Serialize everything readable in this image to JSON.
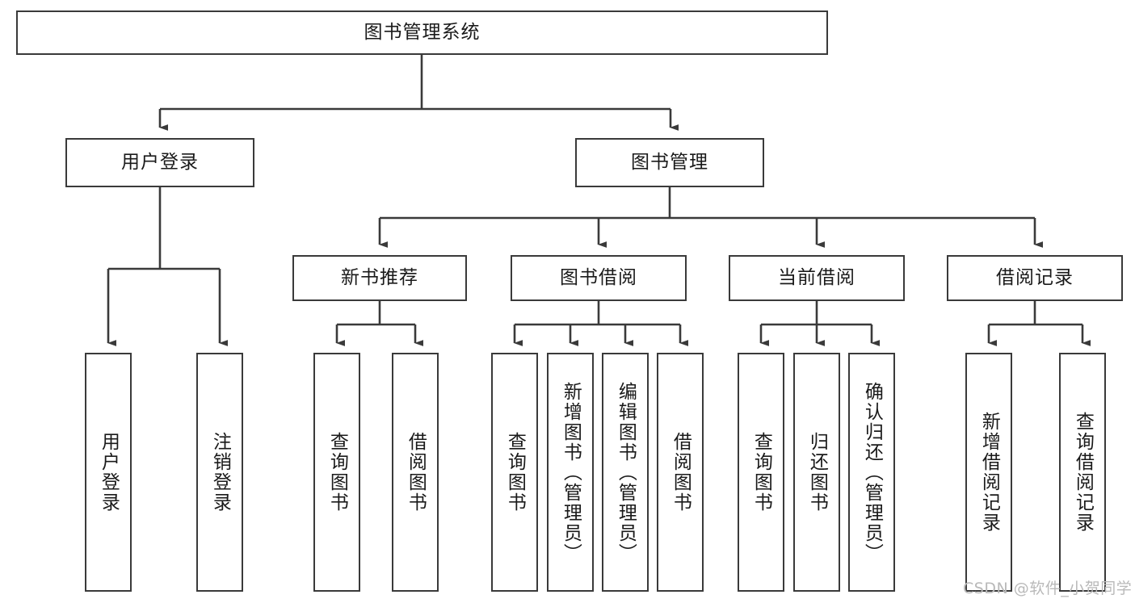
{
  "diagram": {
    "title": "图书管理系统",
    "type": "tree",
    "orientation": "top-down",
    "colors": {
      "box_border": "#3a3a3a",
      "box_fill": "#ffffff",
      "connector": "#3a3a3a",
      "text": "#1a1a1a",
      "watermark": "#b9b9b9",
      "background": "#ffffff"
    },
    "root": {
      "label": "图书管理系统"
    },
    "level2": [
      {
        "label": "用户登录"
      },
      {
        "label": "图书管理"
      }
    ],
    "level3": [
      {
        "label": "新书推荐"
      },
      {
        "label": "图书借阅"
      },
      {
        "label": "当前借阅"
      },
      {
        "label": "借阅记录"
      }
    ],
    "leaves": {
      "user_login": [
        {
          "label": "用户登录"
        },
        {
          "label": "注销登录"
        }
      ],
      "new_book_recommend": [
        {
          "label": "查询图书"
        },
        {
          "label": "借阅图书"
        }
      ],
      "book_borrow": [
        {
          "label": "查询图书"
        },
        {
          "label": "新增图书（管理员）"
        },
        {
          "label": "编辑图书（管理员）"
        },
        {
          "label": "借阅图书"
        }
      ],
      "current_borrow": [
        {
          "label": "查询图书"
        },
        {
          "label": "归还图书"
        },
        {
          "label": "确认归还（管理员）"
        }
      ],
      "borrow_record": [
        {
          "label": "新增借阅记录"
        },
        {
          "label": "查询借阅记录"
        }
      ]
    }
  },
  "watermark": {
    "text": "CSDN @软件_小贺同学"
  }
}
